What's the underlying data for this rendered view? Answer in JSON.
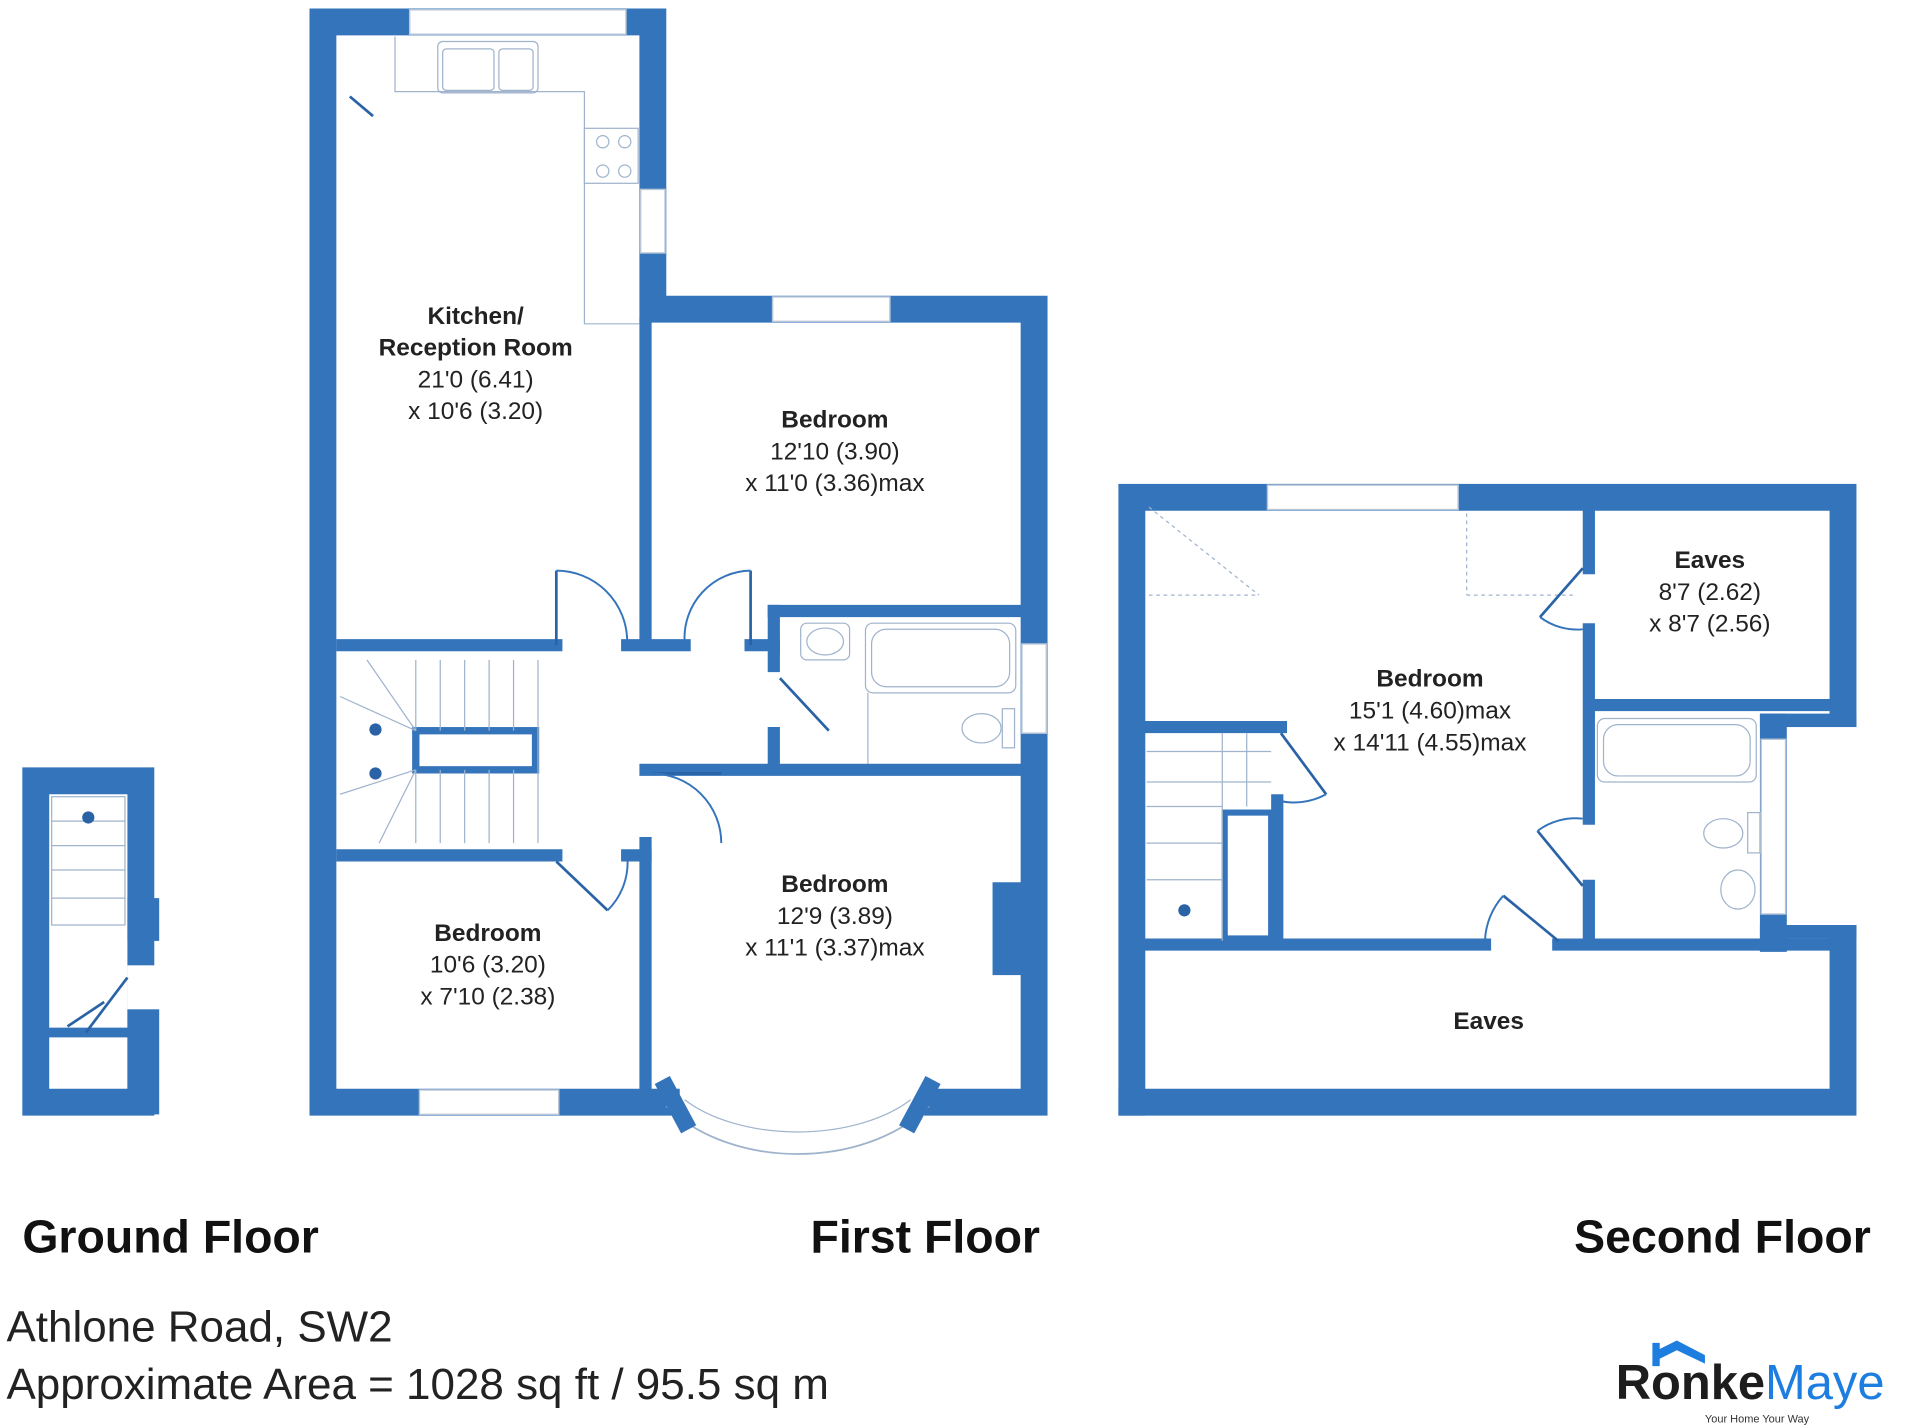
{
  "colors": {
    "wall": "#3474bb",
    "logo_blue": "#1e7ee0"
  },
  "floors": {
    "ground": {
      "label": "Ground Floor"
    },
    "first": {
      "label": "First Floor",
      "rooms": [
        {
          "name_line1": "Kitchen/",
          "name_line2": "Reception Room",
          "dim1": "21'0 (6.41)",
          "dim2": "x 10'6 (3.20)"
        },
        {
          "name": "Bedroom",
          "dim1": "12'10 (3.90)",
          "dim2": "x 11'0 (3.36)max"
        },
        {
          "name": "Bedroom",
          "dim1": "12'9 (3.89)",
          "dim2": "x 11'1 (3.37)max"
        },
        {
          "name": "Bedroom",
          "dim1": "10'6 (3.20)",
          "dim2": "x 7'10 (2.38)"
        }
      ]
    },
    "second": {
      "label": "Second Floor",
      "rooms": [
        {
          "name": "Eaves",
          "dim1": "8'7 (2.62)",
          "dim2": "x 8'7 (2.56)"
        },
        {
          "name": "Bedroom",
          "dim1": "15'1 (4.60)max",
          "dim2": "x 14'11 (4.55)max"
        },
        {
          "name": "Eaves"
        }
      ]
    }
  },
  "property": {
    "address": "Athlone Road, SW2",
    "area": "Approximate Area = 1028 sq ft / 95.5 sq m"
  },
  "logo": {
    "part1": "Ronke",
    "part2": "Maye",
    "tagline": "Your Home Your Way"
  }
}
